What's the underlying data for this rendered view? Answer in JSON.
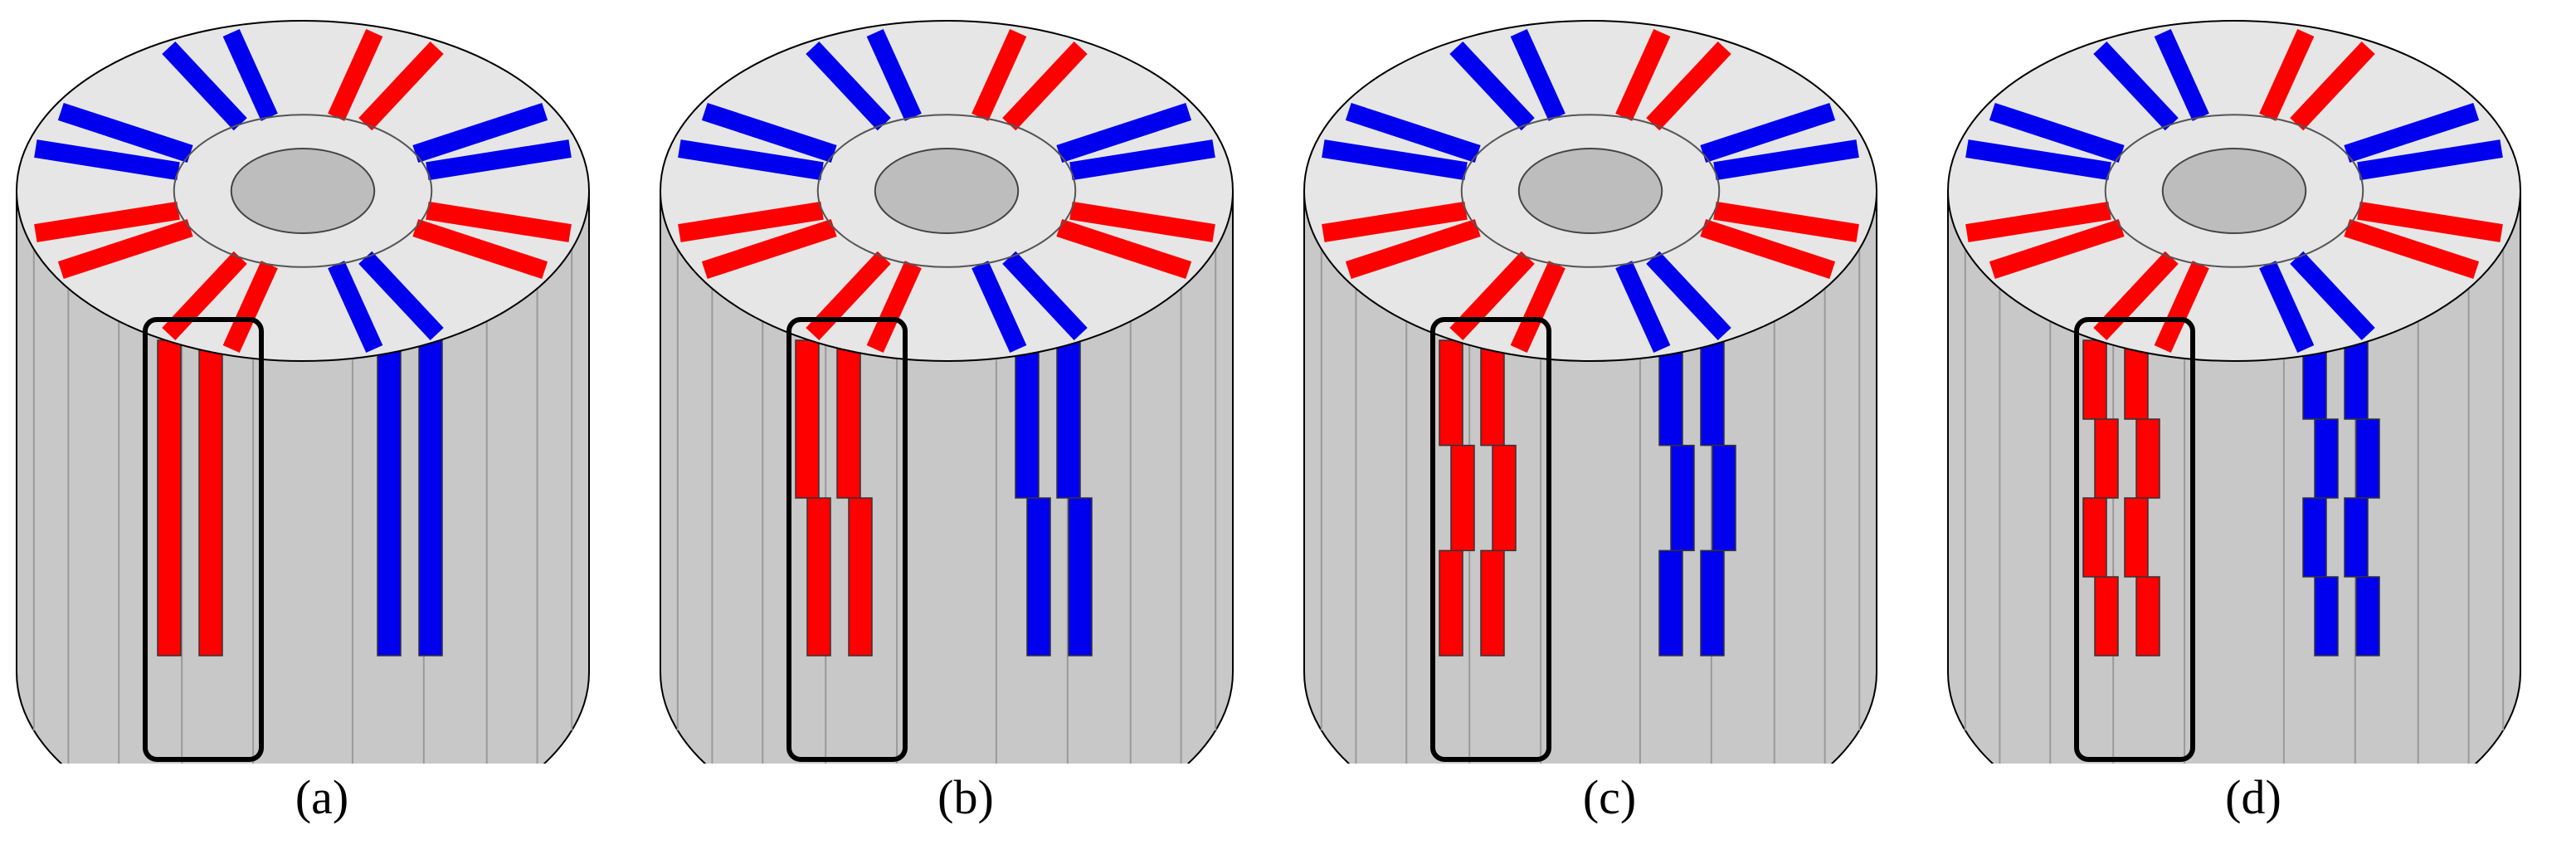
{
  "figure": {
    "panels": [
      {
        "label": "(a)",
        "steps": 1
      },
      {
        "label": "(b)",
        "steps": 2
      },
      {
        "label": "(c)",
        "steps": 3
      },
      {
        "label": "(d)",
        "steps": 4
      }
    ],
    "colors": {
      "magnet_red": "#ff0000",
      "magnet_blue": "#0000ee",
      "top_face": "#e6e6e6",
      "side_face": "#c8c8c8",
      "outline": "#000000",
      "highlight_box": "#000000"
    },
    "icons": {
      "rotor": "rotor-icon",
      "highlight": "highlight-box-icon"
    }
  }
}
